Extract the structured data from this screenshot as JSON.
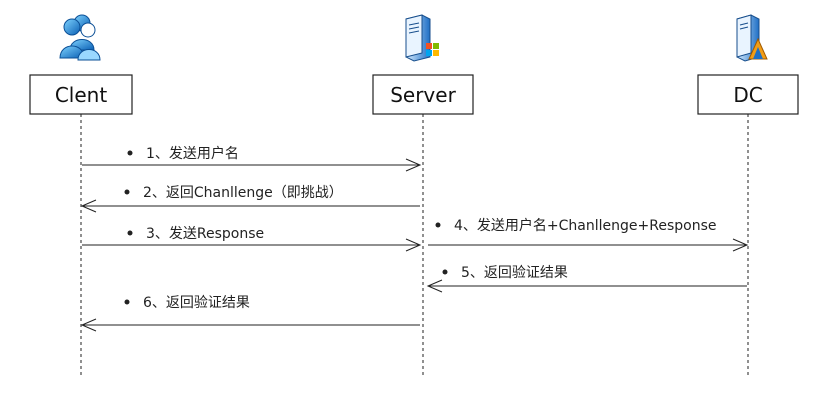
{
  "actors": [
    {
      "id": "client",
      "label": "Clent",
      "icon": "users-icon"
    },
    {
      "id": "server",
      "label": "Server",
      "icon": "windows-server-icon"
    },
    {
      "id": "dc",
      "label": "DC",
      "icon": "domain-controller-icon"
    }
  ],
  "messages": [
    {
      "text": "1、发送用户名",
      "from": "client",
      "to": "server"
    },
    {
      "text": "2、返回Chanllenge（即挑战）",
      "from": "server",
      "to": "client"
    },
    {
      "text": "3、发送Response",
      "from": "client",
      "to": "server"
    },
    {
      "text": "4、发送用户名+Chanllenge+Response",
      "from": "server",
      "to": "dc"
    },
    {
      "text": "5、返回验证结果",
      "from": "dc",
      "to": "server"
    },
    {
      "text": "6、返回验证结果",
      "from": "server",
      "to": "client"
    }
  ],
  "colors": {
    "line": "#222222",
    "box_border": "#222222"
  }
}
